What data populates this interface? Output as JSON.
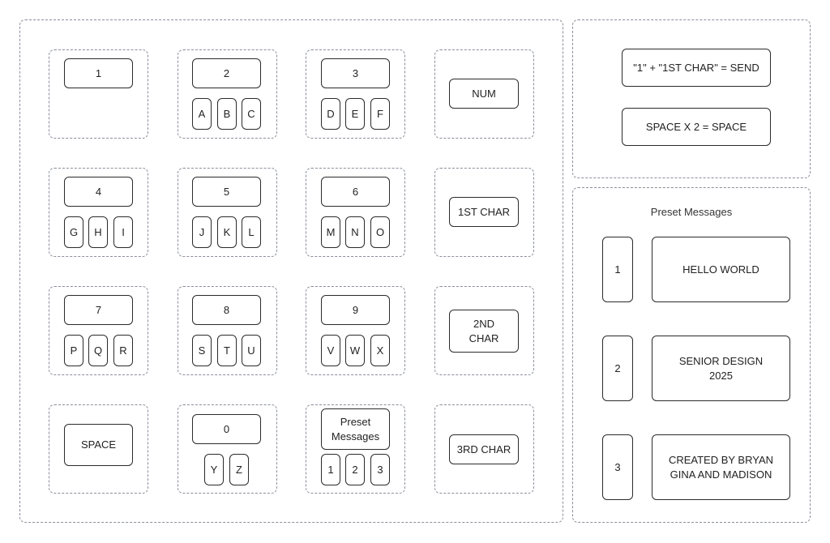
{
  "keypad": {
    "keys": [
      {
        "label": "1",
        "letters": []
      },
      {
        "label": "2",
        "letters": [
          "A",
          "B",
          "C"
        ]
      },
      {
        "label": "3",
        "letters": [
          "D",
          "E",
          "F"
        ]
      },
      {
        "label": "NUM",
        "letters": []
      },
      {
        "label": "4",
        "letters": [
          "G",
          "H",
          "I"
        ]
      },
      {
        "label": "5",
        "letters": [
          "J",
          "K",
          "L"
        ]
      },
      {
        "label": "6",
        "letters": [
          "M",
          "N",
          "O"
        ]
      },
      {
        "label": "1ST CHAR",
        "letters": []
      },
      {
        "label": "7",
        "letters": [
          "P",
          "Q",
          "R"
        ]
      },
      {
        "label": "8",
        "letters": [
          "S",
          "T",
          "U"
        ]
      },
      {
        "label": "9",
        "letters": [
          "V",
          "W",
          "X"
        ]
      },
      {
        "label": "2ND\nCHAR",
        "letters": []
      },
      {
        "label": "SPACE",
        "letters": []
      },
      {
        "label": "0",
        "letters": [
          "Y",
          "Z"
        ]
      },
      {
        "label": "Preset\nMessages",
        "letters": [
          "1",
          "2",
          "3"
        ]
      },
      {
        "label": "3RD CHAR",
        "letters": []
      }
    ]
  },
  "rules": {
    "send": "\"1\" + \"1ST CHAR\" = SEND",
    "space": "SPACE X 2 = SPACE"
  },
  "presets": {
    "title": "Preset Messages",
    "items": [
      {
        "number": "1",
        "message": "HELLO WORLD"
      },
      {
        "number": "2",
        "message": "SENIOR DESIGN\n2025"
      },
      {
        "number": "3",
        "message": "CREATED BY BRYAN\nGINA AND MADISON"
      }
    ]
  }
}
